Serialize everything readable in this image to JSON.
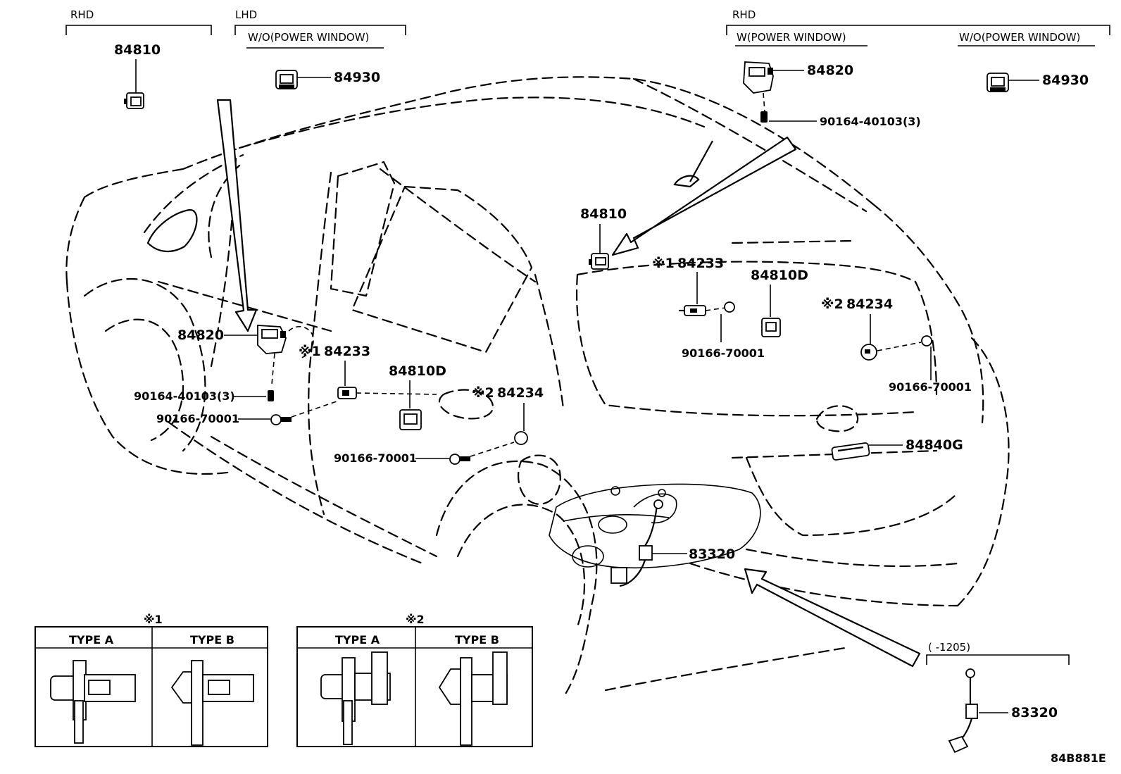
{
  "headers": {
    "left_rhd": "RHD",
    "left_lhd": "LHD",
    "left_lhd_sub": "W/O(POWER WINDOW)",
    "right_rhd": "RHD",
    "right_sub_with": "W(POWER WINDOW)",
    "right_sub_without": "W/O(POWER WINDOW)"
  },
  "parts": {
    "p84810_top": "84810",
    "p84930_left": "84930",
    "p84820_topright": "84820",
    "p90164_topright": "90164-40103(3)",
    "p84930_right": "84930",
    "p84810_center": "84810",
    "p84233_center_mark": "※1",
    "p84233_center": "84233",
    "p84810D_center": "84810D",
    "p84234_right_mark": "※2",
    "p84234_right": "84234",
    "p90166_center": "90166-70001",
    "p90166_right": "90166-70001",
    "p84820_left": "84820",
    "p84233_left_mark": "※1",
    "p84233_left": "84233",
    "p84810D_left": "84810D",
    "p84234_left_mark": "※2",
    "p84234_left": "84234",
    "p90164_left": "90164-40103(3)",
    "p90166_left": "90166-70001",
    "p90166_lower": "90166-70001",
    "p84840G": "84840G",
    "p83320_center": "83320",
    "p83320_inset": "83320",
    "inset_range": "(    -1205)"
  },
  "tables": {
    "t1_mark": "※1",
    "t1_typeA": "TYPE A",
    "t1_typeB": "TYPE B",
    "t2_mark": "※2",
    "t2_typeA": "TYPE A",
    "t2_typeB": "TYPE B"
  },
  "figure_code": "84B881E"
}
